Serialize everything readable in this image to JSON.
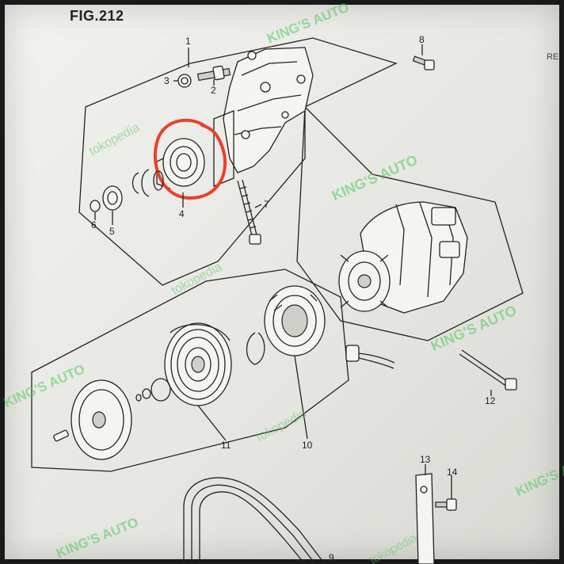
{
  "figure": {
    "title": "FIG.212",
    "edge_text": "RE"
  },
  "callouts": {
    "c1": "1",
    "c2": "2",
    "c3": "3",
    "c4": "4",
    "c5": "5",
    "c6": "6",
    "c7": "7",
    "c8": "8",
    "c9": "9",
    "c10": "10",
    "c11": "11",
    "c12": "12",
    "c13": "13",
    "c14": "14"
  },
  "watermarks": {
    "kings_auto": "KING'S AUTO",
    "tokopedia": "tokopedia"
  },
  "highlight": {
    "color": "#e8412c",
    "part": "4"
  },
  "colors": {
    "watermark": "#50c85a",
    "ink": "#222222",
    "paper": "#ebebe7"
  }
}
